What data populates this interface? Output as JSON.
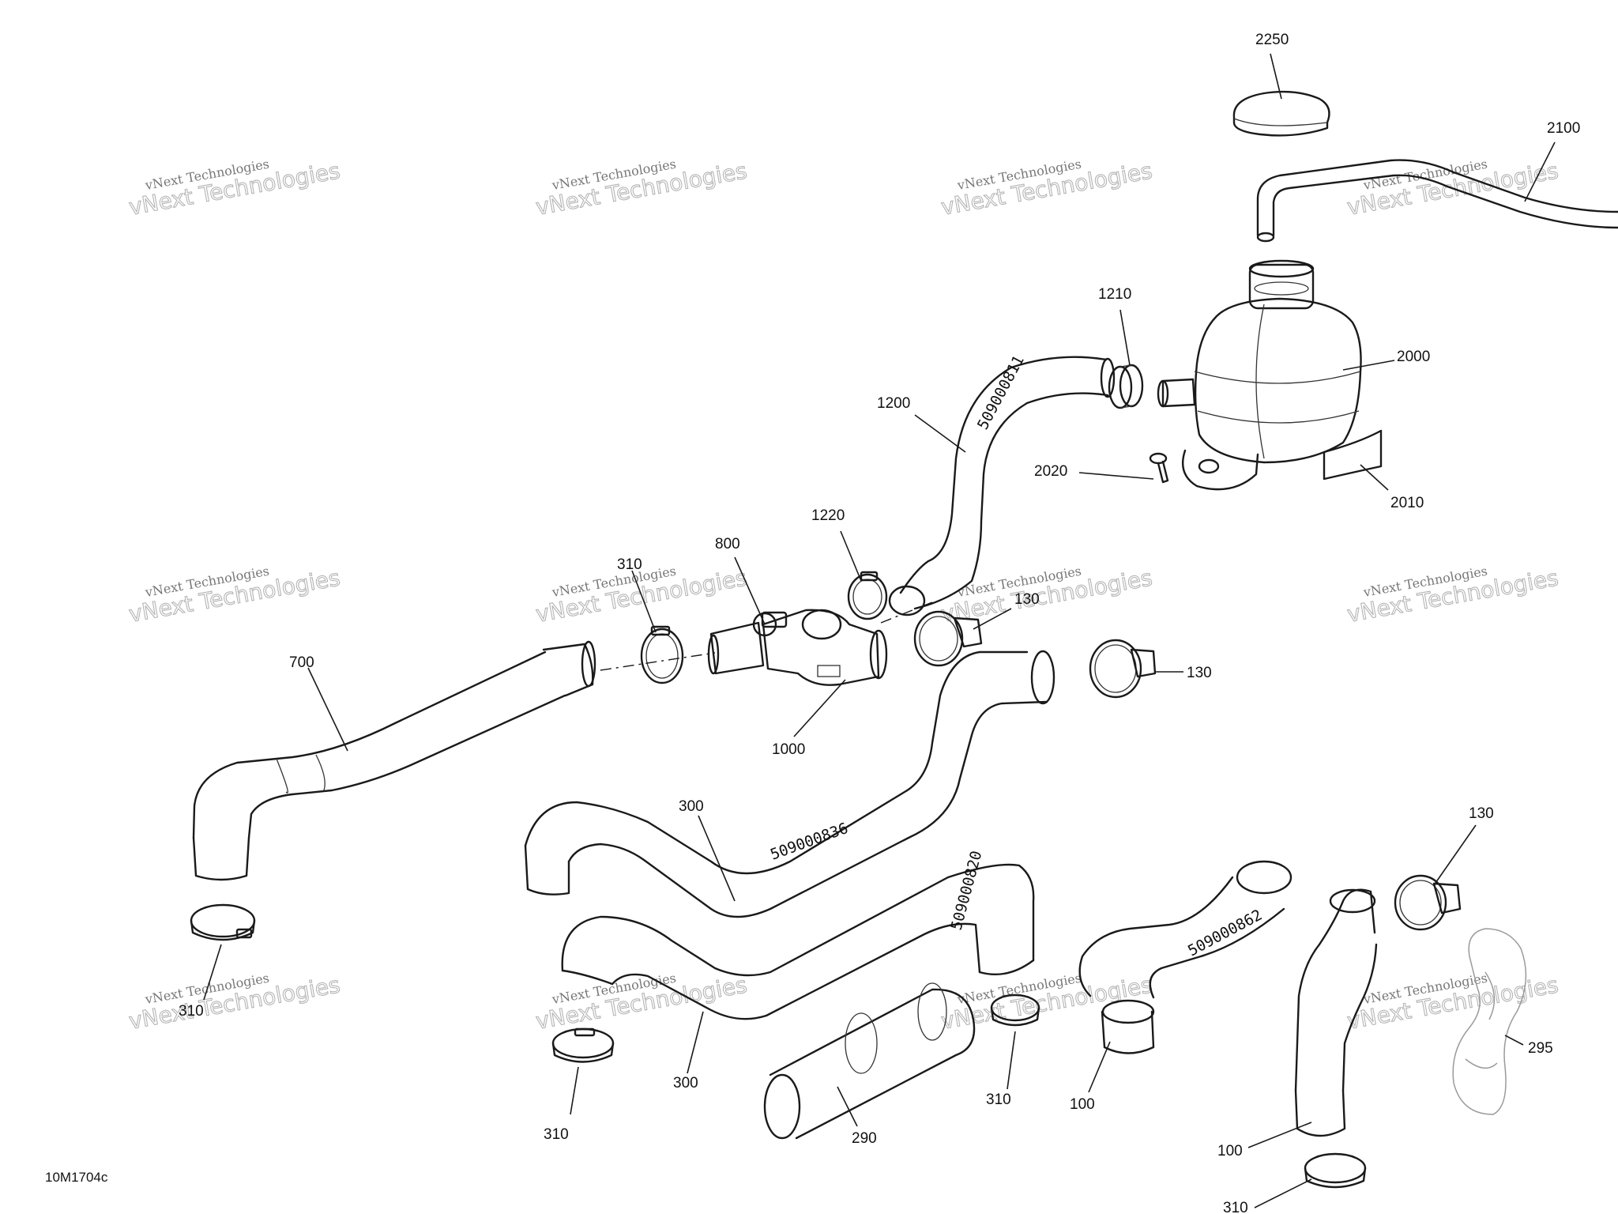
{
  "diagram": {
    "reference_code": "10M1704c",
    "hose_markings": [
      "509000811",
      "509000836",
      "509000820",
      "509000862"
    ],
    "watermark": {
      "small": "vNext Technologies",
      "big": "vNext Technologies"
    },
    "callouts": [
      {
        "id": "2250",
        "text": "2250"
      },
      {
        "id": "2100",
        "text": "2100"
      },
      {
        "id": "1210",
        "text": "1210"
      },
      {
        "id": "2000",
        "text": "2000"
      },
      {
        "id": "1200",
        "text": "1200"
      },
      {
        "id": "2020",
        "text": "2020"
      },
      {
        "id": "2010",
        "text": "2010"
      },
      {
        "id": "1220",
        "text": "1220"
      },
      {
        "id": "800",
        "text": "800"
      },
      {
        "id": "310a",
        "text": "310"
      },
      {
        "id": "130a",
        "text": "130"
      },
      {
        "id": "130b",
        "text": "130"
      },
      {
        "id": "700",
        "text": "700"
      },
      {
        "id": "1000",
        "text": "1000"
      },
      {
        "id": "300a",
        "text": "300"
      },
      {
        "id": "130c",
        "text": "130"
      },
      {
        "id": "310b",
        "text": "310"
      },
      {
        "id": "300b",
        "text": "300"
      },
      {
        "id": "310c",
        "text": "310"
      },
      {
        "id": "310d",
        "text": "310"
      },
      {
        "id": "290",
        "text": "290"
      },
      {
        "id": "100a",
        "text": "100"
      },
      {
        "id": "295",
        "text": "295"
      },
      {
        "id": "100b",
        "text": "100"
      },
      {
        "id": "310e",
        "text": "310"
      }
    ]
  }
}
